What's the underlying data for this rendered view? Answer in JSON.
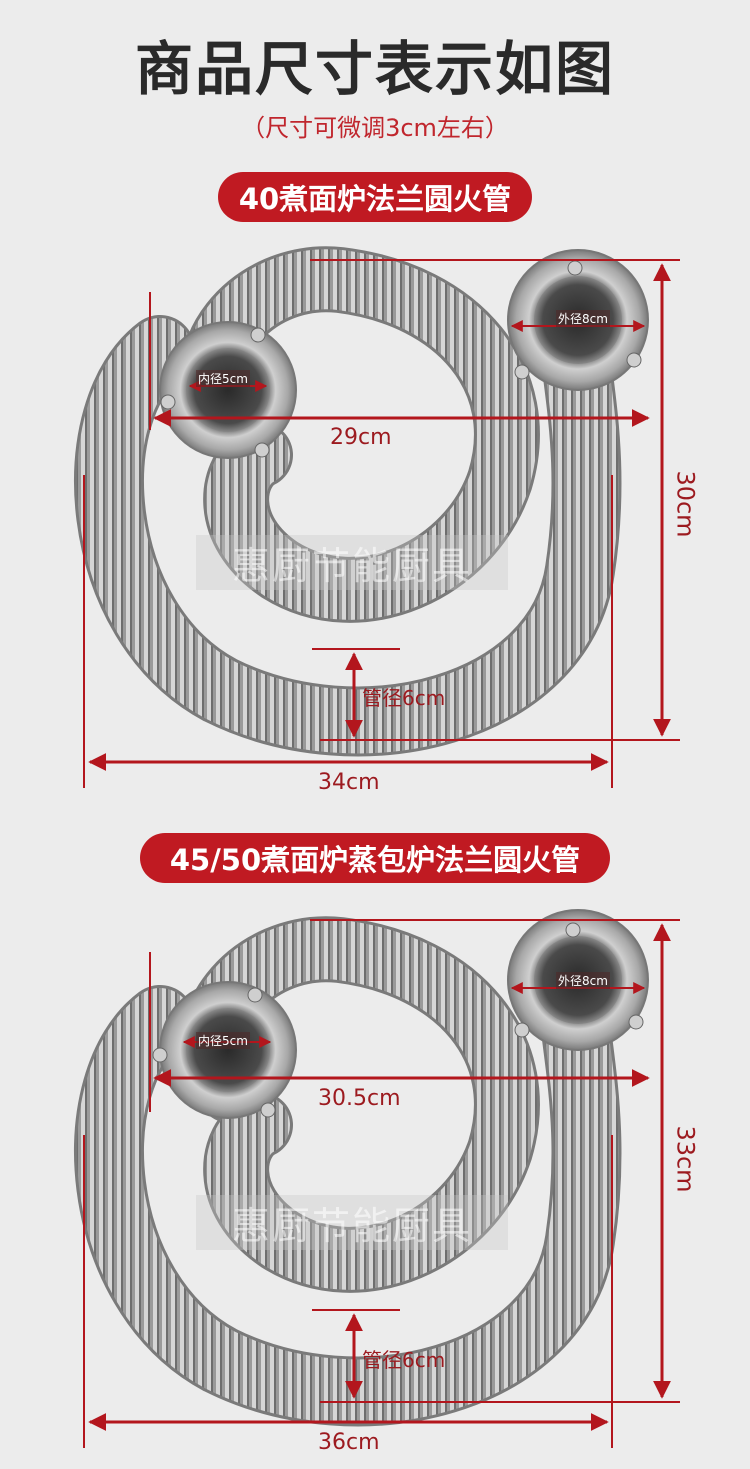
{
  "header": {
    "title": "商品尺寸表示如图",
    "subtitle": "（尺寸可微调3cm左右）"
  },
  "colors": {
    "accent_red": "#c01a22",
    "dimension_red": "#b3161d",
    "background": "#ececec"
  },
  "products": [
    {
      "label": "40煮面炉法兰圆火管",
      "inner_diameter": "内径5cm",
      "outer_diameter": "外径8cm",
      "pipe_diameter": "管径6cm",
      "flange_span": "29cm",
      "height": "30cm",
      "width": "34cm",
      "watermark": "惠厨节能厨具"
    },
    {
      "label": "45/50煮面炉蒸包炉法兰圆火管",
      "inner_diameter": "内径5cm",
      "outer_diameter": "外径8cm",
      "pipe_diameter": "管径6cm",
      "flange_span": "30.5cm",
      "height": "33cm",
      "width": "36cm",
      "watermark": "惠厨节能厨具"
    }
  ]
}
